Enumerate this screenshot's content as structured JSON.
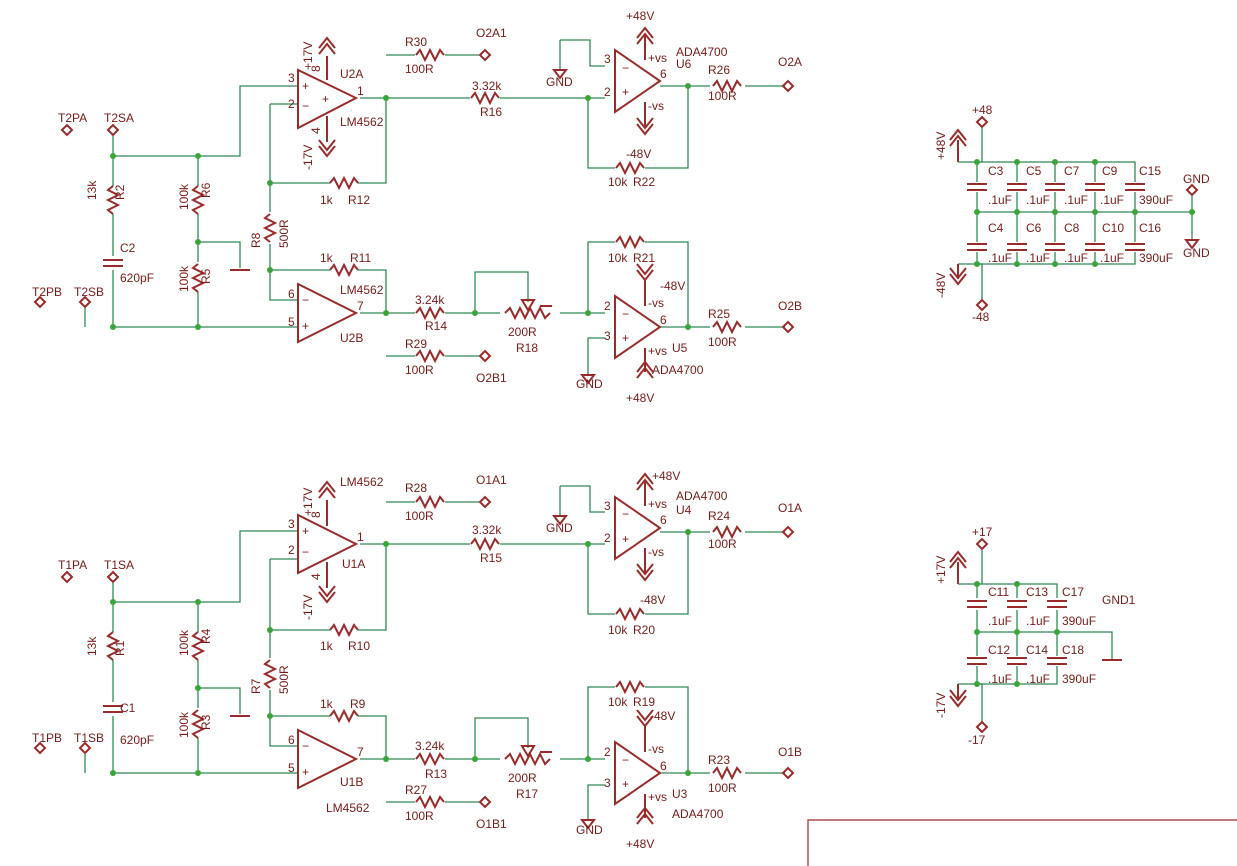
{
  "labels": {
    "T2PA": "T2PA",
    "T2SA": "T2SA",
    "T2PB": "T2PB",
    "T2SB": "T2SB",
    "T1PA": "T1PA",
    "T1SA": "T1SA",
    "T1PB": "T1PB",
    "T1SB": "T1SB",
    "O2A1": "O2A1",
    "O2A": "O2A",
    "O2B": "O2B",
    "O2B1": "O2B1",
    "O1A1": "O1A1",
    "O1A": "O1A",
    "O1B": "O1B",
    "O1B1": "O1B1",
    "U2A": "U2A",
    "U2B": "U2B",
    "U1A": "U1A",
    "U1B": "U1B",
    "U6": "U6",
    "U5": "U5",
    "U4": "U4",
    "U3": "U3",
    "LM4562": "LM4562",
    "ADA4700": "ADA4700",
    "R1": "R1",
    "R2": "R2",
    "R3": "R3",
    "R4": "R4",
    "R5": "R5",
    "R6": "R6",
    "R7": "R7",
    "R8": "R8",
    "R9": "R9",
    "R10": "R10",
    "R11": "R11",
    "R12": "R12",
    "R13": "R13",
    "R14": "R14",
    "R15": "R15",
    "R16": "R16",
    "R17": "R17",
    "R18": "R18",
    "R19": "R19",
    "R20": "R20",
    "R21": "R21",
    "R22": "R22",
    "R23": "R23",
    "R24": "R24",
    "R25": "R25",
    "R26": "R26",
    "R27": "R27",
    "R28": "R28",
    "R29": "R29",
    "R30": "R30",
    "C1": "C1",
    "C2": "C2",
    "C3": "C3",
    "C4": "C4",
    "C5": "C5",
    "C6": "C6",
    "C7": "C7",
    "C8": "C8",
    "C9": "C9",
    "C10": "C10",
    "C11": "C11",
    "C12": "C12",
    "C13": "C13",
    "C14": "C14",
    "C15": "C15",
    "C16": "C16",
    "C17": "C17",
    "C18": "C18",
    "v13k": "13k",
    "v100k": "100k",
    "v500R": "500R",
    "v620pF": "620pF",
    "v1k": "1k",
    "v100R": "100R",
    "v332k": "3.32k",
    "v324k": "3.24k",
    "v200R": "200R",
    "v10k": "10k",
    "v01uF": ".1uF",
    "v390uF": "390uF",
    "p17": "+17V",
    "m17": "-17V",
    "p48": "+48V",
    "m48": "-48V",
    "vs_p": "+vs",
    "vs_m": "-vs",
    "GND": "GND",
    "GND1": "GND1",
    "n48p": "+48",
    "n48m": "-48",
    "n17p": "+17",
    "n17m": "-17",
    "pin1": "1",
    "pin2": "2",
    "pin3": "3",
    "pin4": "4",
    "pin5": "5",
    "pin6": "6",
    "pin7": "7",
    "pin8": "8"
  }
}
